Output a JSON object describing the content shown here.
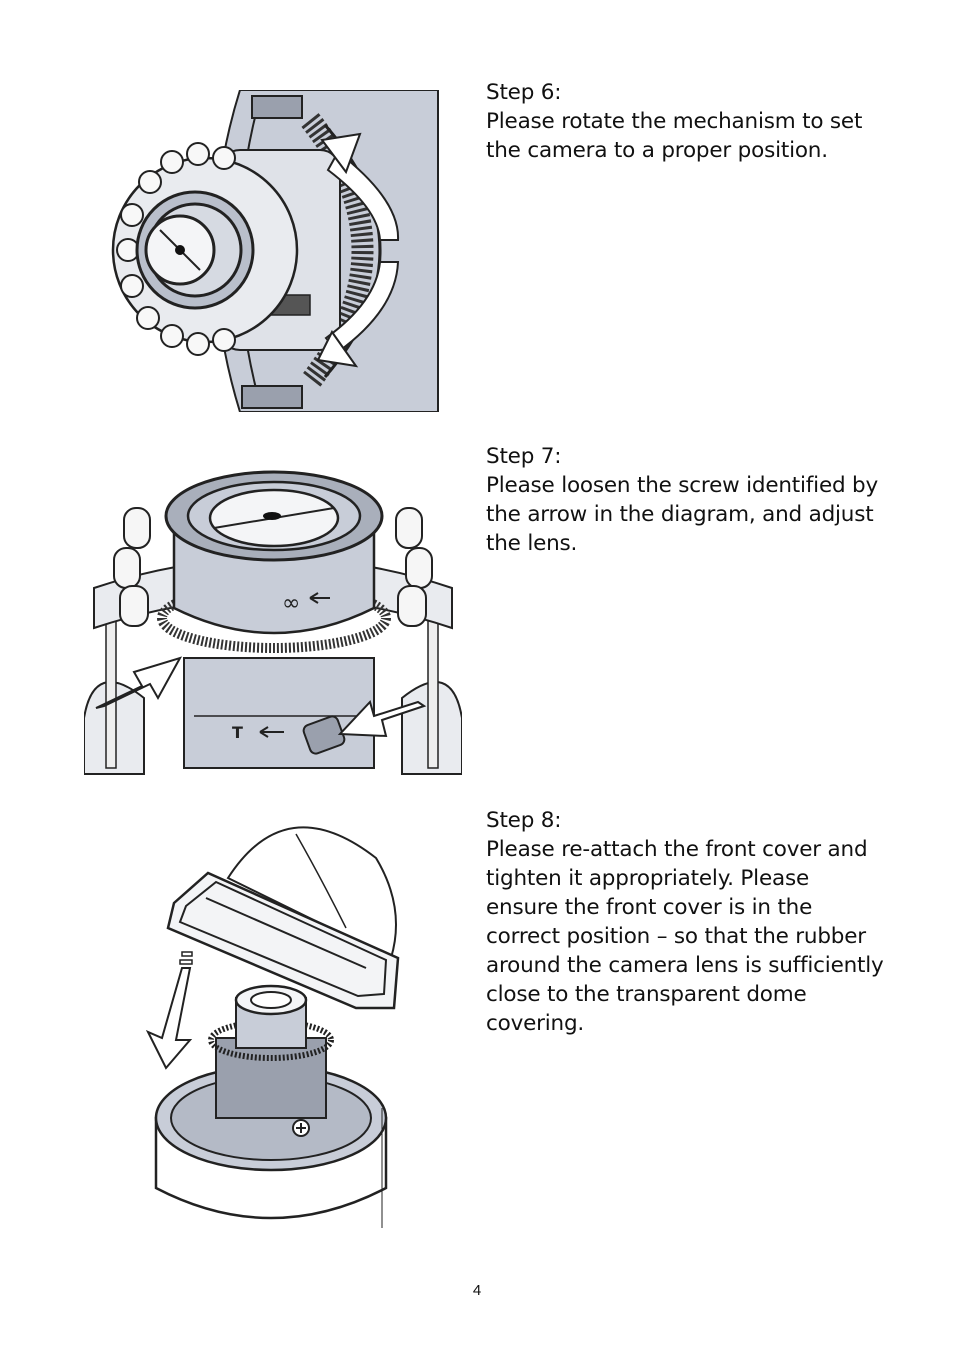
{
  "steps": [
    {
      "heading": "Step 6:",
      "body": "Please rotate the mechanism to set the camera to a proper position."
    },
    {
      "heading": "Step 7:",
      "body": "Please loosen the screw identified by the arrow in the diagram, and adjust the lens."
    },
    {
      "heading": "Step 8:",
      "body": "Please re-attach the front cover and tighten it appropriately. Please ensure the front cover is in the correct position – so that the rubber around the camera lens is sufficiently close to the transparent dome covering."
    }
  ],
  "figure_labels": {
    "infinity": "∞",
    "tele": "T"
  },
  "page_number": "4",
  "colors": {
    "shading": "#c8cdd8",
    "dark": "#2b2d33",
    "arrow": "#ffffff"
  }
}
